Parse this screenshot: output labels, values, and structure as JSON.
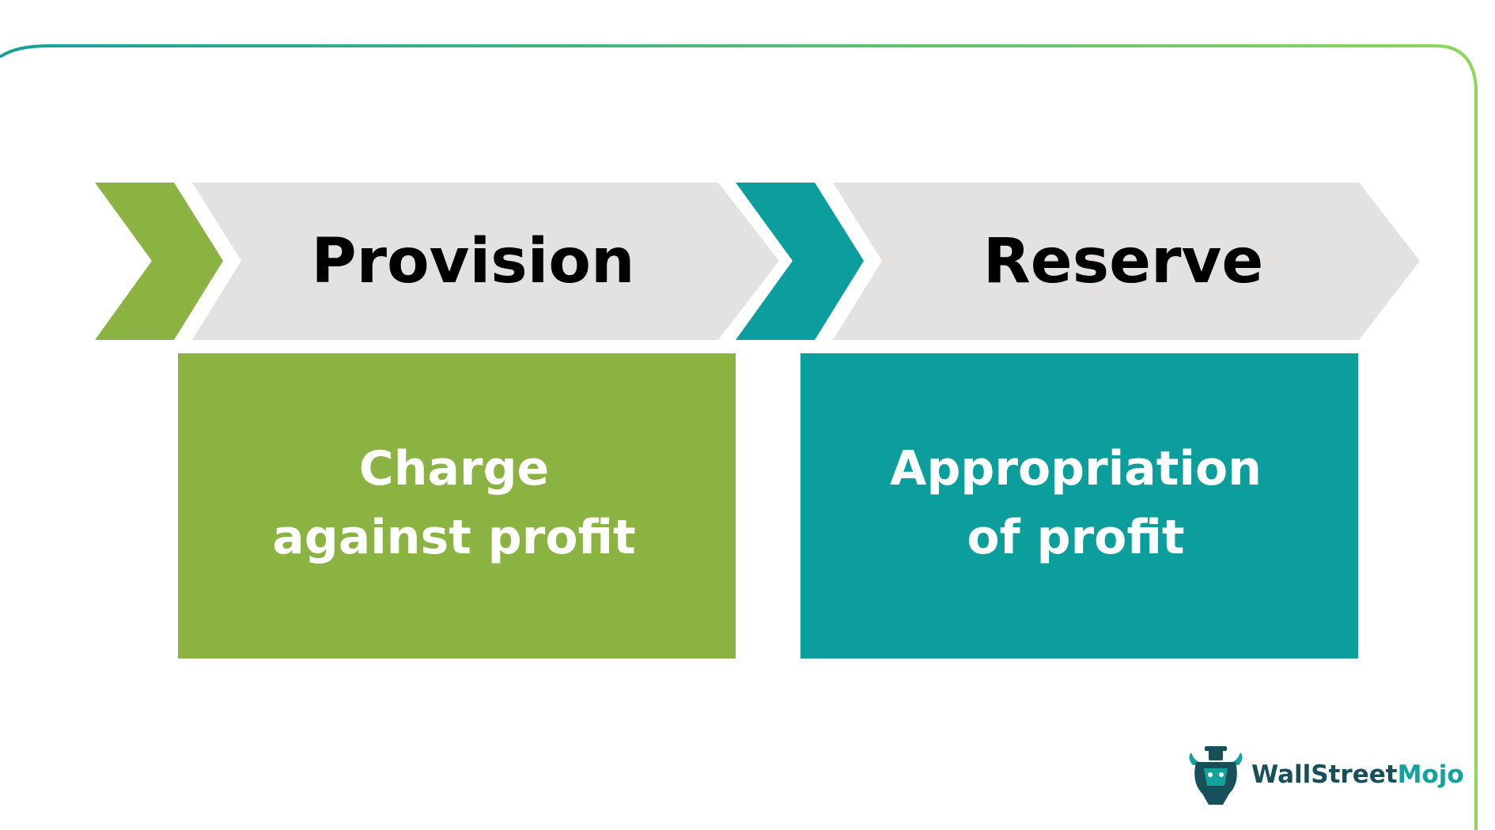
{
  "colors": {
    "green": "#8AB342",
    "teal": "#0B9E9D",
    "arrow_body": "#E3E2E0",
    "heading_text": "#000000",
    "box_text": "#FFFFFF",
    "frame_start": "#15A09A",
    "frame_end": "#8CD65A",
    "logo_dark": "#17505A",
    "logo_teal": "#14A39A"
  },
  "left": {
    "heading": "Provision",
    "box_line1": "Charge",
    "box_line2": "against profit"
  },
  "right": {
    "heading": "Reserve",
    "box_line1": "Appropriation",
    "box_line2": "of profit"
  },
  "logo": {
    "icon": "bull-mascot-icon",
    "name_part1": "WallStreet",
    "name_part2": "Mojo"
  }
}
